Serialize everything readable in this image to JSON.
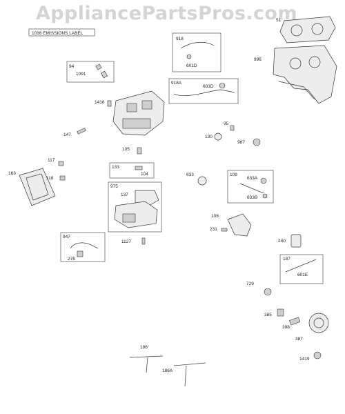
{
  "watermark": "AppliancePartsPros.com",
  "part_labels": {
    "l_1036": "1036 EMISSIONS LABEL",
    "l_51": "51",
    "l_918": "918",
    "l_601D_a": "601D",
    "l_996": "996",
    "l_94": "94",
    "l_1091": "1091",
    "l_918A": "918A",
    "l_601D_b": "601D",
    "l_1416": "1416",
    "l_95": "95",
    "l_147": "147",
    "l_130": "130",
    "l_987": "987",
    "l_105": "105",
    "l_117": "117",
    "l_163": "163",
    "l_133": "133",
    "l_104": "104",
    "l_118": "118",
    "l_633": "633",
    "l_109": "109",
    "l_633A": "633A",
    "l_975": "975",
    "l_137": "137",
    "l_633B": "633B",
    "l_108": "108",
    "l_231": "231",
    "l_947": "947",
    "l_1127": "1127",
    "l_240": "240",
    "l_276": "276",
    "l_187": "187",
    "l_601E": "601E",
    "l_729": "729",
    "l_385": "385",
    "l_398": "398",
    "l_387": "387",
    "l_186": "186",
    "l_186A": "186A",
    "l_1419": "1419"
  }
}
